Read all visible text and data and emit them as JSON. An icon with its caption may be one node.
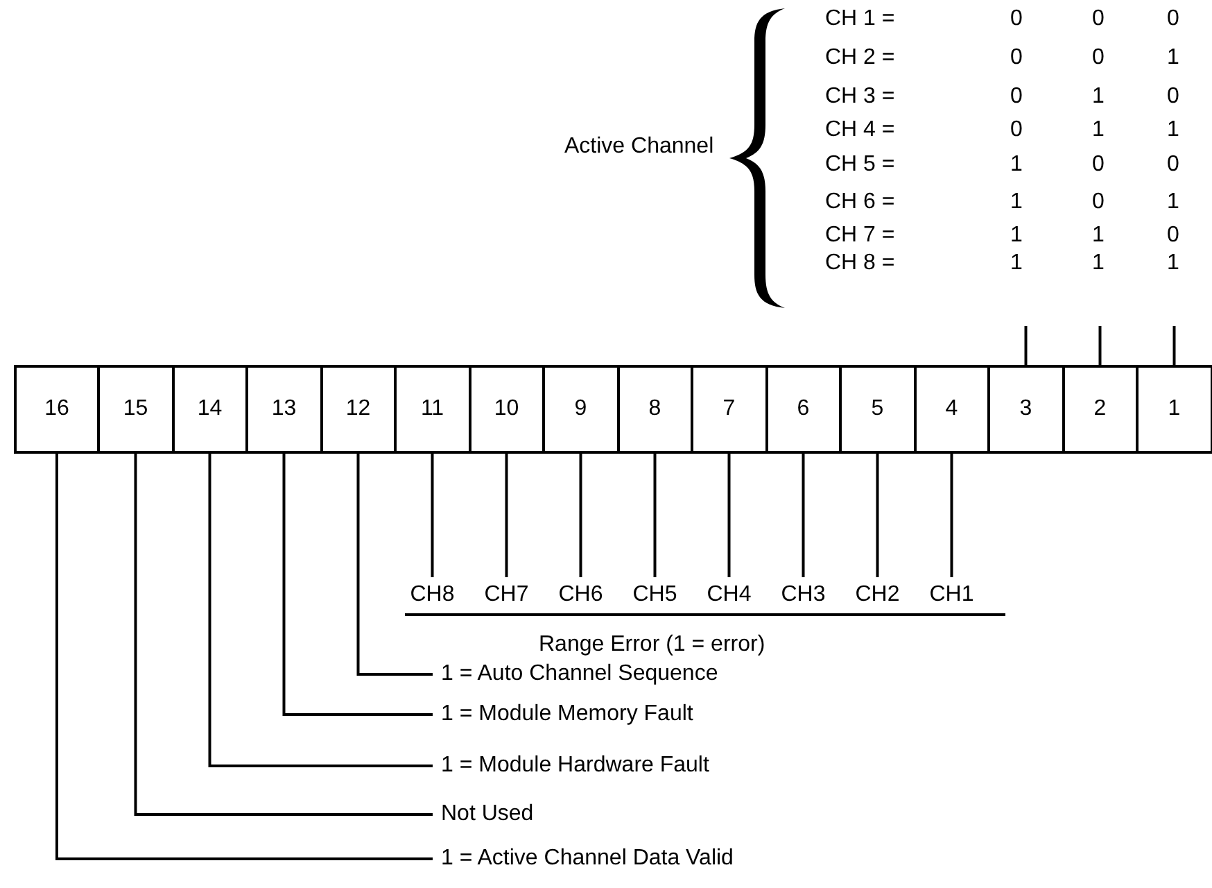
{
  "diagram": {
    "nodes": [
      {
        "text": [
          "16"
        ]
      },
      {
        "text": [
          "15"
        ]
      },
      {
        "text": [
          "14"
        ]
      },
      {
        "text": [
          "13"
        ]
      },
      {
        "text": [
          "12"
        ]
      },
      {
        "text": [
          "11"
        ]
      },
      {
        "text": [
          "10"
        ]
      },
      {
        "text": [
          "9"
        ]
      },
      {
        "text": [
          "8"
        ]
      },
      {
        "text": [
          "7"
        ]
      },
      {
        "text": [
          "6"
        ]
      },
      {
        "text": [
          "5"
        ]
      },
      {
        "text": [
          "4"
        ]
      },
      {
        "text": [
          "3"
        ]
      },
      {
        "text": [
          "2"
        ]
      },
      {
        "text": [
          "1"
        ]
      },
      {
        "text": [
          "CH8"
        ]
      },
      {
        "text": [
          "CH7"
        ]
      },
      {
        "text": [
          "CH6"
        ]
      },
      {
        "text": [
          "CH5"
        ]
      },
      {
        "text": [
          "CH4"
        ]
      },
      {
        "text": [
          "CH3"
        ]
      },
      {
        "text": [
          "CH2"
        ]
      },
      {
        "text": [
          "CH1"
        ]
      },
      {
        "text": [
          "1 = Auto Channel Sequence"
        ]
      },
      {
        "text": [
          "1 = Module Memory Fault"
        ]
      },
      {
        "text": [
          "1 = Module Hardware Fault"
        ]
      },
      {
        "text": [
          "Not Used"
        ]
      },
      {
        "text": [
          "1 = Active Channel Data Valid"
        ]
      }
    ],
    "edges": [
      {
        "from": 5,
        "to": 16,
        "arrow": "none"
      },
      {
        "from": 6,
        "to": 17,
        "arrow": "none"
      },
      {
        "from": 7,
        "to": 18,
        "arrow": "none"
      },
      {
        "from": 8,
        "to": 19,
        "arrow": "none"
      },
      {
        "from": 9,
        "to": 20,
        "arrow": "none"
      },
      {
        "from": 10,
        "to": 21,
        "arrow": "none"
      },
      {
        "from": 11,
        "to": 22,
        "arrow": "none"
      },
      {
        "from": 12,
        "to": 23,
        "arrow": "none"
      },
      {
        "from": 4,
        "to": 24,
        "arrow": "none"
      },
      {
        "from": 3,
        "to": 25,
        "arrow": "none"
      },
      {
        "from": 2,
        "to": 26,
        "arrow": "none"
      },
      {
        "from": 1,
        "to": 27,
        "arrow": "none"
      },
      {
        "from": 0,
        "to": 28,
        "arrow": "none"
      },
      {
        "from": 13,
        "to": null,
        "arrow": "none"
      },
      {
        "from": 14,
        "to": null,
        "arrow": "none"
      },
      {
        "from": 15,
        "to": null,
        "arrow": "none"
      }
    ],
    "labels": [
      "Active Channel",
      "CH 1 =",
      "0",
      "0",
      "0",
      "CH 2 =",
      "0",
      "0",
      "1",
      "CH 3 =",
      "0",
      "1",
      "0",
      "CH 4 =",
      "0",
      "1",
      "1",
      "CH 5 =",
      "1",
      "0",
      "0",
      "CH 6 =",
      "1",
      "0",
      "1",
      "CH 7 =",
      "1",
      "1",
      "0",
      "CH 8 =",
      "1",
      "1",
      "1",
      "Range Error (1 = error)"
    ]
  }
}
